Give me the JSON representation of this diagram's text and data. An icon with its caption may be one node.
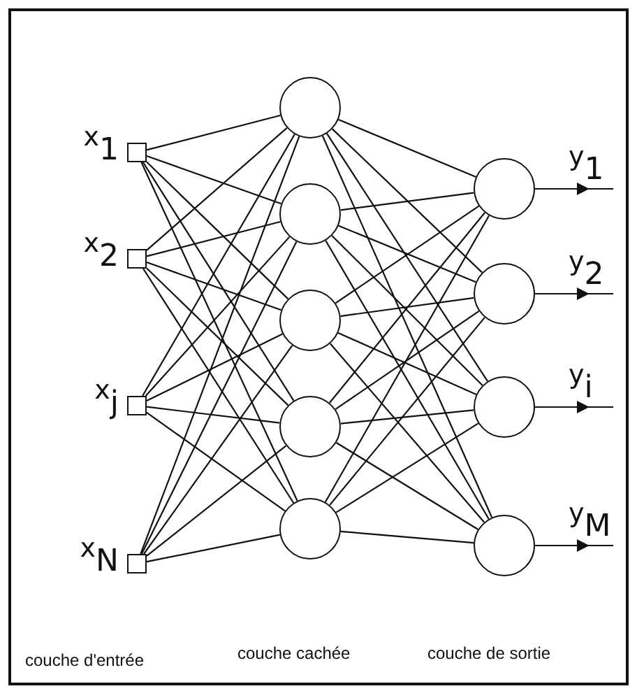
{
  "diagram": {
    "nodes": [
      {
        "text": [],
        "shape": "box",
        "beside": [
          "x$_{1}$"
        ]
      },
      {
        "text": [],
        "shape": "box",
        "beside": [
          "x$_{2}$"
        ]
      },
      {
        "text": [],
        "shape": "box",
        "beside": [
          "x$_{j}$"
        ]
      },
      {
        "text": [],
        "shape": "box",
        "beside": [
          "x$_{N}$"
        ]
      },
      {
        "text": [],
        "shape": "circle"
      },
      {
        "text": [],
        "shape": "circle"
      },
      {
        "text": [],
        "shape": "circle"
      },
      {
        "text": [],
        "shape": "circle"
      },
      {
        "text": [],
        "shape": "circle"
      },
      {
        "text": [],
        "shape": "circle"
      },
      {
        "text": [],
        "shape": "circle"
      },
      {
        "text": [],
        "shape": "circle"
      },
      {
        "text": [],
        "shape": "circle"
      }
    ],
    "edges": [
      {
        "from": 0,
        "to": 4,
        "arrow": "none"
      },
      {
        "from": 0,
        "to": 5,
        "arrow": "none"
      },
      {
        "from": 0,
        "to": 6,
        "arrow": "none"
      },
      {
        "from": 0,
        "to": 7,
        "arrow": "none"
      },
      {
        "from": 0,
        "to": 8,
        "arrow": "none"
      },
      {
        "from": 1,
        "to": 4,
        "arrow": "none"
      },
      {
        "from": 1,
        "to": 5,
        "arrow": "none"
      },
      {
        "from": 1,
        "to": 6,
        "arrow": "none"
      },
      {
        "from": 1,
        "to": 7,
        "arrow": "none"
      },
      {
        "from": 1,
        "to": 8,
        "arrow": "none"
      },
      {
        "from": 2,
        "to": 4,
        "arrow": "none"
      },
      {
        "from": 2,
        "to": 5,
        "arrow": "none"
      },
      {
        "from": 2,
        "to": 6,
        "arrow": "none"
      },
      {
        "from": 2,
        "to": 7,
        "arrow": "none"
      },
      {
        "from": 2,
        "to": 8,
        "arrow": "none"
      },
      {
        "from": 3,
        "to": 4,
        "arrow": "none"
      },
      {
        "from": 3,
        "to": 5,
        "arrow": "none"
      },
      {
        "from": 3,
        "to": 6,
        "arrow": "none"
      },
      {
        "from": 3,
        "to": 7,
        "arrow": "none"
      },
      {
        "from": 3,
        "to": 8,
        "arrow": "none"
      },
      {
        "from": 4,
        "to": 9,
        "arrow": "none"
      },
      {
        "from": 4,
        "to": 10,
        "arrow": "none"
      },
      {
        "from": 4,
        "to": 11,
        "arrow": "none"
      },
      {
        "from": 4,
        "to": 12,
        "arrow": "none"
      },
      {
        "from": 5,
        "to": 9,
        "arrow": "none"
      },
      {
        "from": 5,
        "to": 10,
        "arrow": "none"
      },
      {
        "from": 5,
        "to": 11,
        "arrow": "none"
      },
      {
        "from": 5,
        "to": 12,
        "arrow": "none"
      },
      {
        "from": 6,
        "to": 9,
        "arrow": "none"
      },
      {
        "from": 6,
        "to": 10,
        "arrow": "none"
      },
      {
        "from": 6,
        "to": 11,
        "arrow": "none"
      },
      {
        "from": 6,
        "to": 12,
        "arrow": "none"
      },
      {
        "from": 7,
        "to": 9,
        "arrow": "none"
      },
      {
        "from": 7,
        "to": 10,
        "arrow": "none"
      },
      {
        "from": 7,
        "to": 11,
        "arrow": "none"
      },
      {
        "from": 7,
        "to": 12,
        "arrow": "none"
      },
      {
        "from": 8,
        "to": 9,
        "arrow": "none"
      },
      {
        "from": 8,
        "to": 10,
        "arrow": "none"
      },
      {
        "from": 8,
        "to": 11,
        "arrow": "none"
      },
      {
        "from": 8,
        "to": 12,
        "arrow": "none"
      },
      {
        "from": 9,
        "to": null,
        "arrow": "to",
        "label": "y$_{1}$"
      },
      {
        "from": 10,
        "to": null,
        "arrow": "to",
        "label": "y$_{2}$"
      },
      {
        "from": 11,
        "to": null,
        "arrow": "to",
        "label": "y$_{i}$"
      },
      {
        "from": 12,
        "to": null,
        "arrow": "to",
        "label": "y$_{M}$"
      }
    ],
    "labels": [
      "couche d'entrée",
      "couche cachée",
      "couche de sortie"
    ]
  }
}
